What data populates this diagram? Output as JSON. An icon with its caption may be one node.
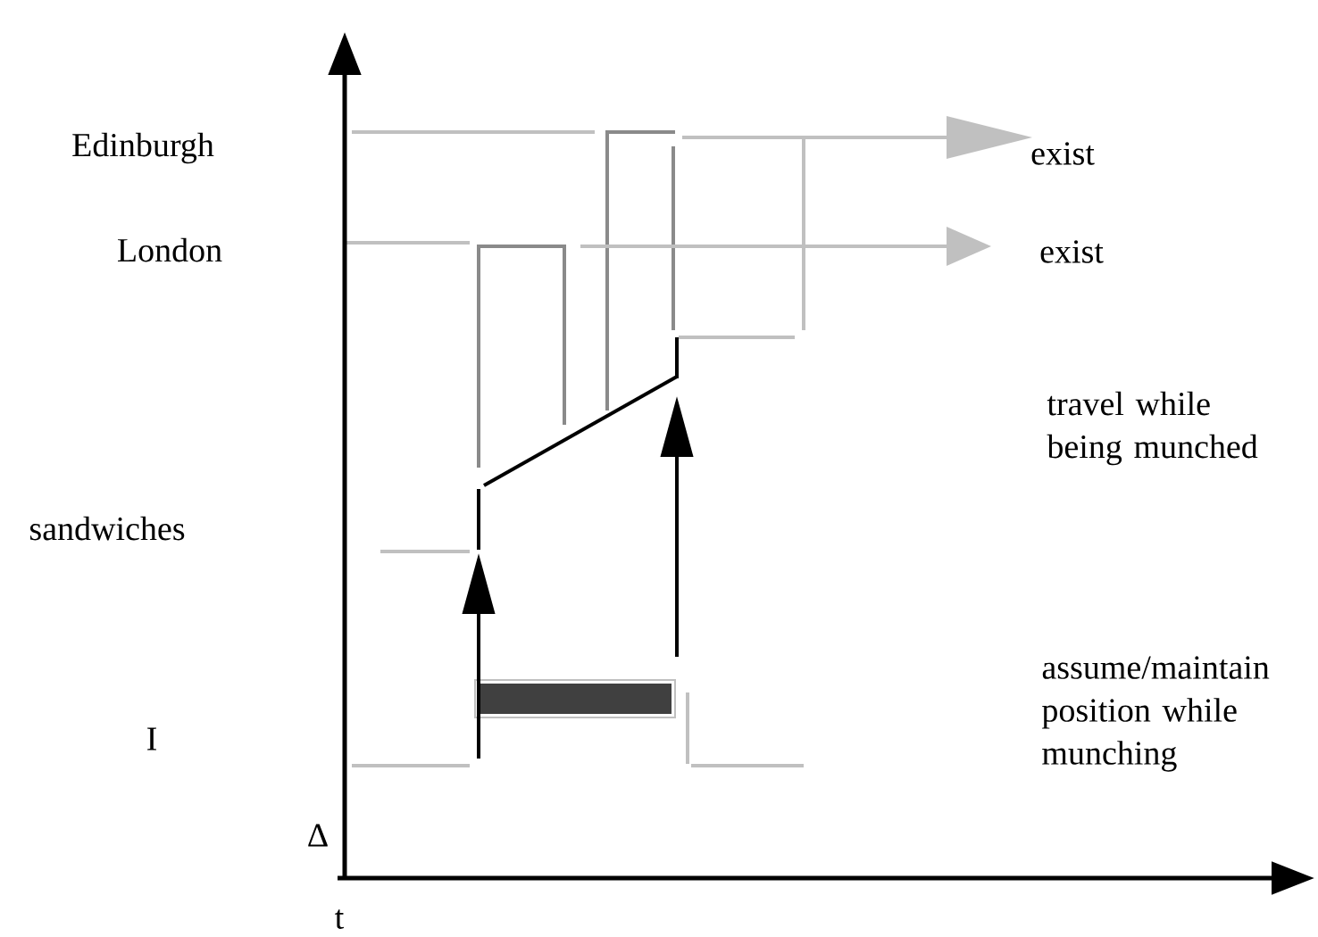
{
  "diagram": {
    "labels": [
      "Edinburgh",
      "exist",
      "London",
      "exist",
      "travel while being munched",
      "sandwiches",
      "assume/maintain position while munching",
      "I",
      "Δ",
      "t"
    ]
  }
}
